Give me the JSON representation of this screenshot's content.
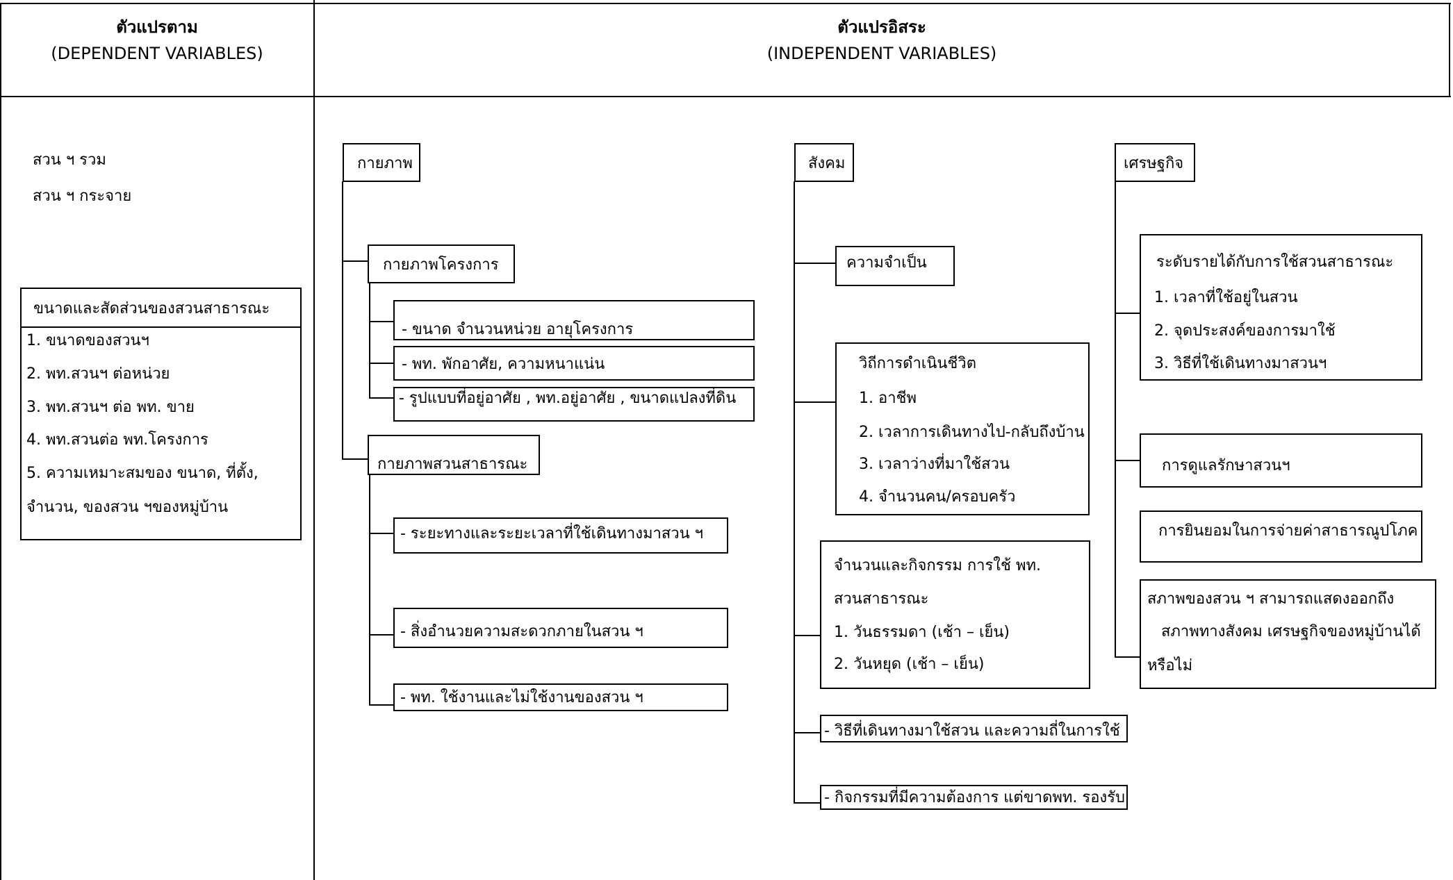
{
  "header": {
    "dependent_title": "ตัวแปรตาม",
    "dependent_sub": "(DEPENDENT VARIABLES)",
    "independent_title": "ตัวแปรอิสระ",
    "independent_sub": "(INDEPENDENT  VARIABLES)"
  },
  "dependent": {
    "line1": "สวน ฯ รวม",
    "line2": "สวน ฯ กระจาย",
    "box_title": "ขนาดและสัดส่วนของสวนสาธารณะ",
    "items": [
      "1. ขนาดของสวนฯ",
      "2. พท.สวนฯ ต่อหน่วย",
      "3. พท.สวนฯ ต่อ พท. ขาย",
      "4. พท.สวนต่อ พท.โครงการ",
      "5. ความเหมาะสมของ ขนาด, ที่ตั้ง,",
      "จำนวน, ของสวน ฯของหมู่บ้าน"
    ]
  },
  "physical": {
    "title": "กายภาพ",
    "project": "กายภาพโครงการ",
    "project_items": [
      "- ขนาด  จำนวนหน่วย   อายุโครงการ",
      "- พท. พักอาศัย, ความหนาแน่น",
      "- รูปแบบที่อยู่อาศัย , พท.อยู่อาศัย , ขนาดแปลงที่ดิน"
    ],
    "park": "กายภาพสวนสาธารณะ",
    "park_items": [
      "- ระยะทางและระยะเวลาที่ใช้เดินทางมาสวน ฯ",
      "- สิ่งอำนวยความสะดวกภายในสวน ฯ",
      "-  พท. ใช้งานและไม่ใช้งานของสวน ฯ"
    ]
  },
  "social": {
    "title": "สังคม",
    "necessity": "ความจำเป็น",
    "lifestyle_title": "วิถีการดำเนินชีวิต",
    "lifestyle_items": [
      "1. อาชีพ",
      "2. เวลาการเดินทางไป-กลับถึงบ้าน",
      "3. เวลาว่างที่มาใช้สวน",
      "4. จำนวนคน/ครอบครัว"
    ],
    "usage_lines": [
      "จำนวนและกิจกรรม  การใช้ พท.",
      "สวนสาธารณะ",
      "1. วันธรรมดา   (เช้า – เย็น)",
      "2. วันหยุด   (เช้า – เย็น)"
    ],
    "travel": "- วิธีที่เดินทางมาใช้สวน และความถี่ในการใช้",
    "activities": "- กิจกรรมที่มีความต้องการ แต่ขาดพท. รองรับ"
  },
  "economic": {
    "title": "เศรษฐกิจ",
    "income_lines": [
      "ระดับรายได้กับการใช้สวนสาธารณะ",
      "1.  เวลาที่ใช้อยู่ในสวน",
      "2. จุดประสงค์ของการมาใช้",
      "3. วิธีที่ใช้เดินทางมาสวนฯ"
    ],
    "maintenance": "การดูแลรักษาสวนฯ",
    "willingness": "การยินยอมในการจ่ายค่าสาธารณูปโภค",
    "condition_lines": [
      "สภาพของสวน ฯ สามารถแสดงออกถึง",
      "สภาพทางสังคม  เศรษฐกิจของหมู่บ้านได้",
      "หรือไม่"
    ]
  }
}
